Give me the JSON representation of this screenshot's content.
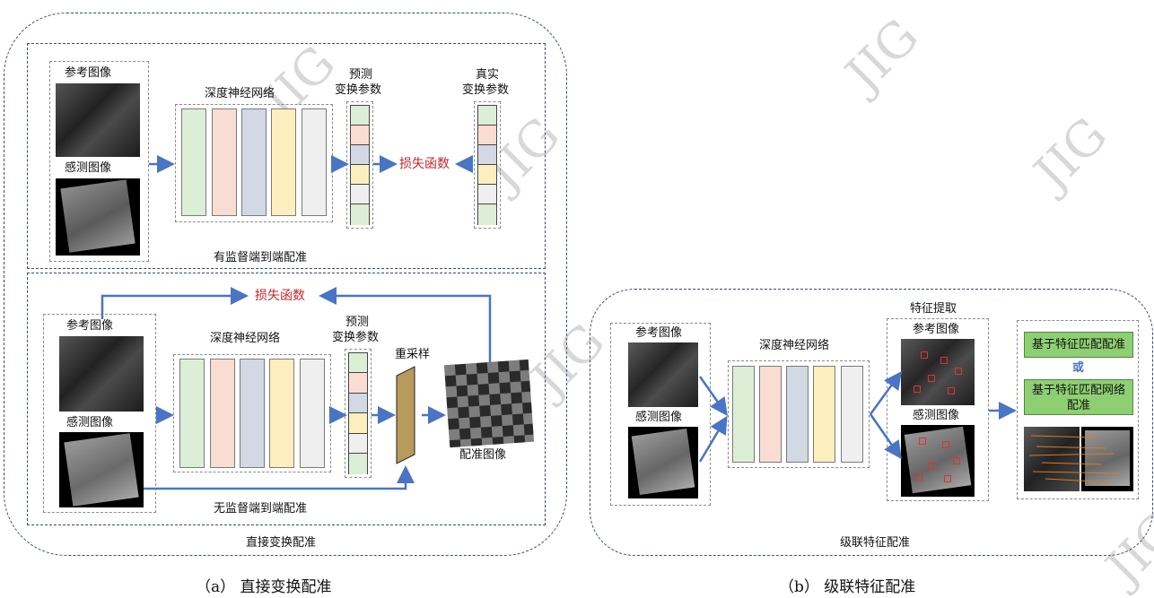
{
  "labels": {
    "reference_image": "参考图像",
    "sensed_image": "感测图像",
    "deep_network": "深度神经网络",
    "pred_params_line1": "预测",
    "pred_params_line2": "变换参数",
    "true_params_line1": "真实",
    "true_params_line2": "变换参数",
    "loss": "损失函数",
    "supervised": "有监督端到端配准",
    "unsupervised": "无监督端到端配准",
    "resample": "重采样",
    "registered_image": "配准图像",
    "direct_group": "直接变换配准",
    "feature_extraction": "特征提取",
    "feature_match": "基于特征匹配配准",
    "or": "或",
    "feature_match_net_line1": "基于特征匹配网络",
    "feature_match_net_line2": "配准",
    "cascade_group": "级联特征配准"
  },
  "captions": {
    "a": "（a） 直接变换配准",
    "b": "（b） 级联特征配准"
  },
  "watermark": "JIG",
  "colors": {
    "layer_green": "#dcefd6",
    "layer_peach": "#f9ddd3",
    "layer_blue": "#d2d8e4",
    "layer_yellow": "#fdeec0",
    "layer_gray": "#efefef",
    "arrow_blue": "#4a74c4",
    "loss_red": "#c0282e",
    "match_green": "#8fcf73"
  }
}
